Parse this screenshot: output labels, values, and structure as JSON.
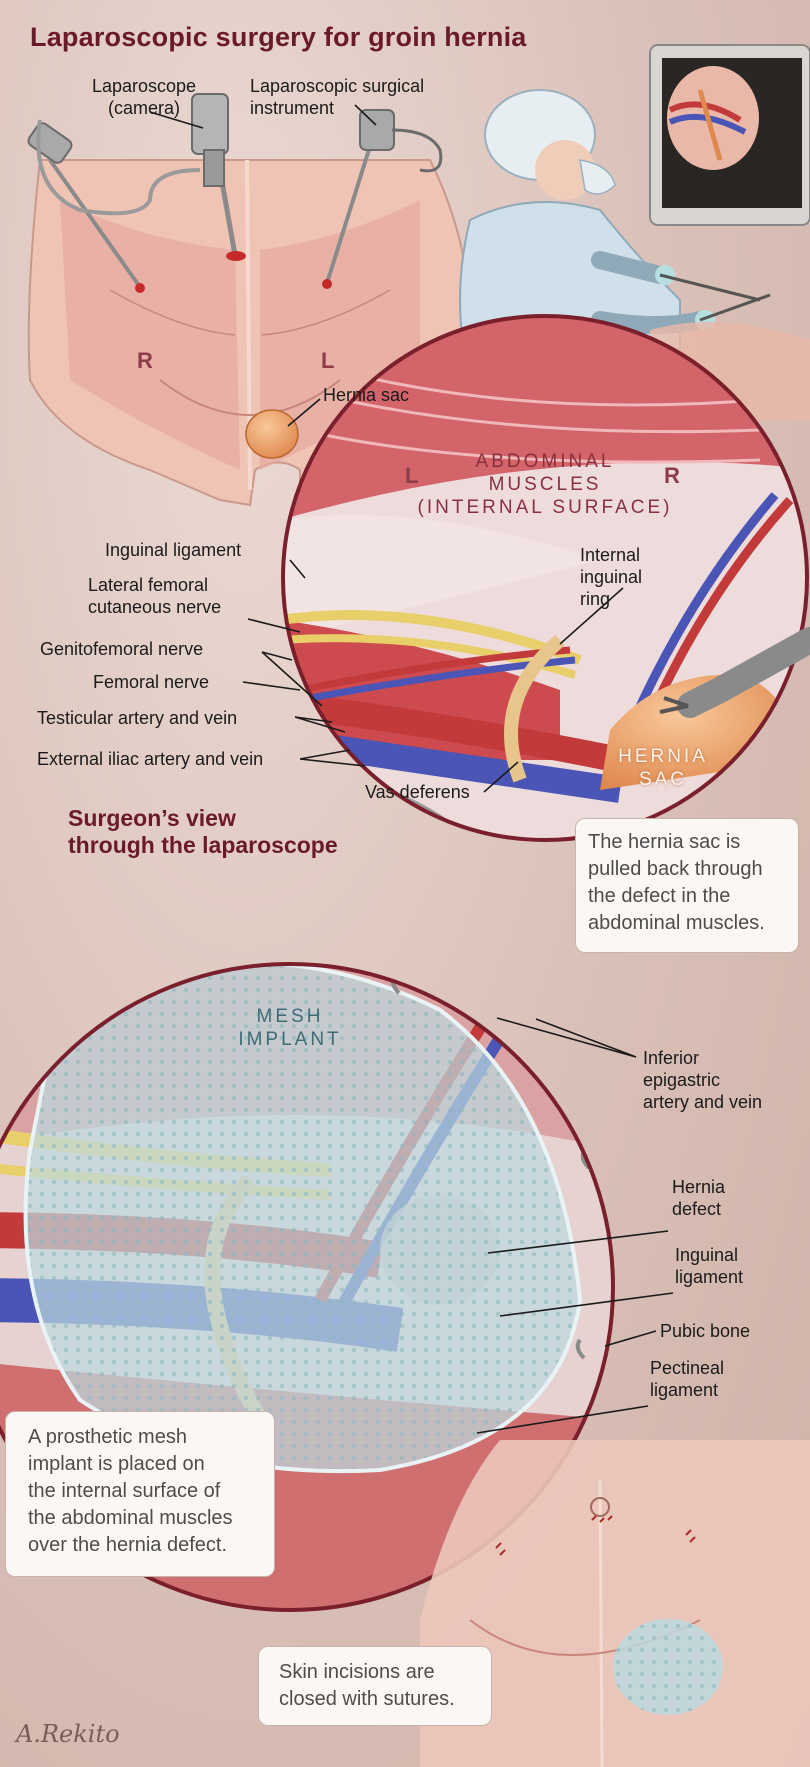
{
  "title": "Laparoscopic surgery for groin hernia",
  "section_title": "Surgeon’s view\nthrough the laparoscope",
  "side_markers": {
    "body_right": "R",
    "body_left": "L",
    "view_left": "L",
    "view_right": "R"
  },
  "captions": {
    "abdominal_muscles": "ABDOMINAL\nMUSCLES\n(INTERNAL SURFACE)",
    "hernia_sac": "HERNIA\nSAC",
    "mesh_implant": "MESH\nIMPLANT"
  },
  "labels": {
    "laparoscope": "Laparoscope\n(camera)",
    "instrument": "Laparoscopic surgical\ninstrument",
    "hernia_sac": "Hernia sac",
    "inguinal_ligament": "Inguinal ligament",
    "lateral_femoral": "Lateral femoral\ncutaneous nerve",
    "genitofemoral": "Genitofemoral nerve",
    "femoral_nerve": "Femoral nerve",
    "testicular": "Testicular artery and vein",
    "external_iliac": "External iliac artery and vein",
    "vas_deferens": "Vas deferens",
    "internal_ring": "Internal\ninguinal\nring",
    "inferior_epigastric": "Inferior\nepigastric\nartery and vein",
    "hernia_defect": "Hernia\ndefect",
    "inguinal_ligament_2": "Inguinal\nligament",
    "pubic_bone": "Pubic bone",
    "pectineal": "Pectineal\nligament"
  },
  "notes": {
    "sac_pulled": "The hernia sac is\npulled back through\nthe defect in the\nabdominal muscles.",
    "mesh_placed": "A prosthetic mesh\nimplant is placed on\nthe internal surface of\nthe abdominal muscles\nover the hernia defect.",
    "sutures": "Skin incisions are\nclosed with sutures."
  },
  "signature": "A.Rekito",
  "colors": {
    "title": "#6a1a2a",
    "artery": "#c23a3a",
    "vein": "#4a55b5",
    "nerve": "#e8cf6a",
    "mesh": "#bcd9df",
    "muscle": "#d98b8b"
  }
}
